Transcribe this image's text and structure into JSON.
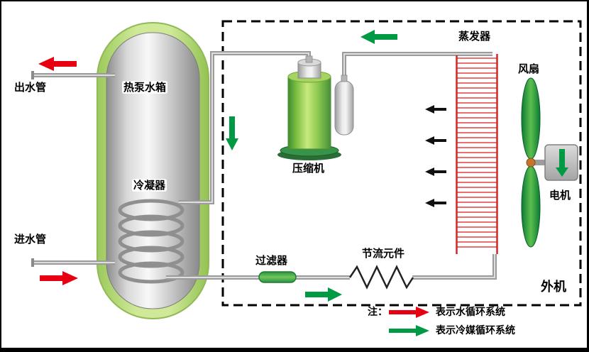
{
  "labels": {
    "tank": "热泵水箱",
    "condenser": "冷凝器",
    "outlet_pipe": "出水管",
    "inlet_pipe": "进水管",
    "compressor": "压缩机",
    "evaporator": "蒸发器",
    "fan": "风扇",
    "motor": "电机",
    "filter": "过滤器",
    "throttle": "节流元件",
    "outdoor_unit": "外机"
  },
  "legend": {
    "note": "注：",
    "water_system": "表示水循环系统",
    "refrigerant_system": "表示冷媒循环系统"
  },
  "colors": {
    "water_arrow_red": "#e60012",
    "refrigerant_arrow_green": "#009944",
    "tank_shell_green": "#b8dd7e",
    "evaporator_red": "#e03a3a",
    "pipe_gray": "#9b9b9b",
    "compressor_green": "#7cc043"
  }
}
